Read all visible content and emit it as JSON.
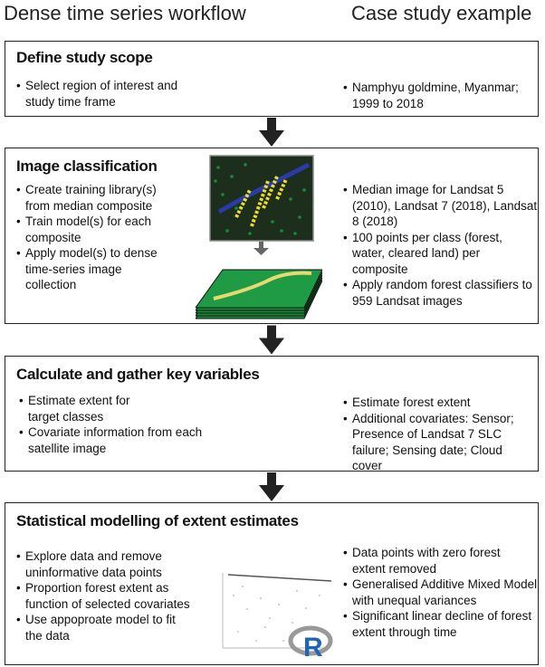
{
  "headers": {
    "left": "Dense time series workflow",
    "right": "Case study example"
  },
  "steps": [
    {
      "title": "Define study scope",
      "left": [
        "Select region of interest and study time frame"
      ],
      "right": [
        "Namphyu goldmine, Myanmar; 1999 to 2018"
      ]
    },
    {
      "title": "Image classification",
      "left": [
        "Create training library(s) from median composite",
        "Train model(s) for each composite",
        "Apply model(s) to dense time-series image collection"
      ],
      "right": [
        "Median image for Landsat 5 (2010), Landsat 7 (2018), Landsat 8 (2018)",
        "100 points per class (forest, water, cleared land) per composite",
        "Apply random forest classifiers to 959 Landsat images"
      ]
    },
    {
      "title": "Calculate and gather key variables",
      "left": [
        "Estimate extent for target classes",
        "Covariate information from each satellite image"
      ],
      "right": [
        "Estimate forest extent",
        "Additional covariates: Sensor; Presence of Landsat 7 SLC failure; Sensing date; Cloud cover"
      ]
    },
    {
      "title": "Statistical modelling of extent estimates",
      "left": [
        "Explore data and remove uninformative data points",
        "Proportion forest extent as function of selected covariates",
        "Use appoproate model to fit the data"
      ],
      "right": [
        "Data points with zero forest extent removed",
        "Generalised Additive Mixed Model with unequal variances",
        "Significant linear decline of forest extent through time"
      ]
    }
  ],
  "colors": {
    "border": "#222222",
    "forest": "#1a8a3a",
    "water": "#2a3aa8",
    "cleared": "#f0e020",
    "r_blue": "#1f65b7"
  }
}
